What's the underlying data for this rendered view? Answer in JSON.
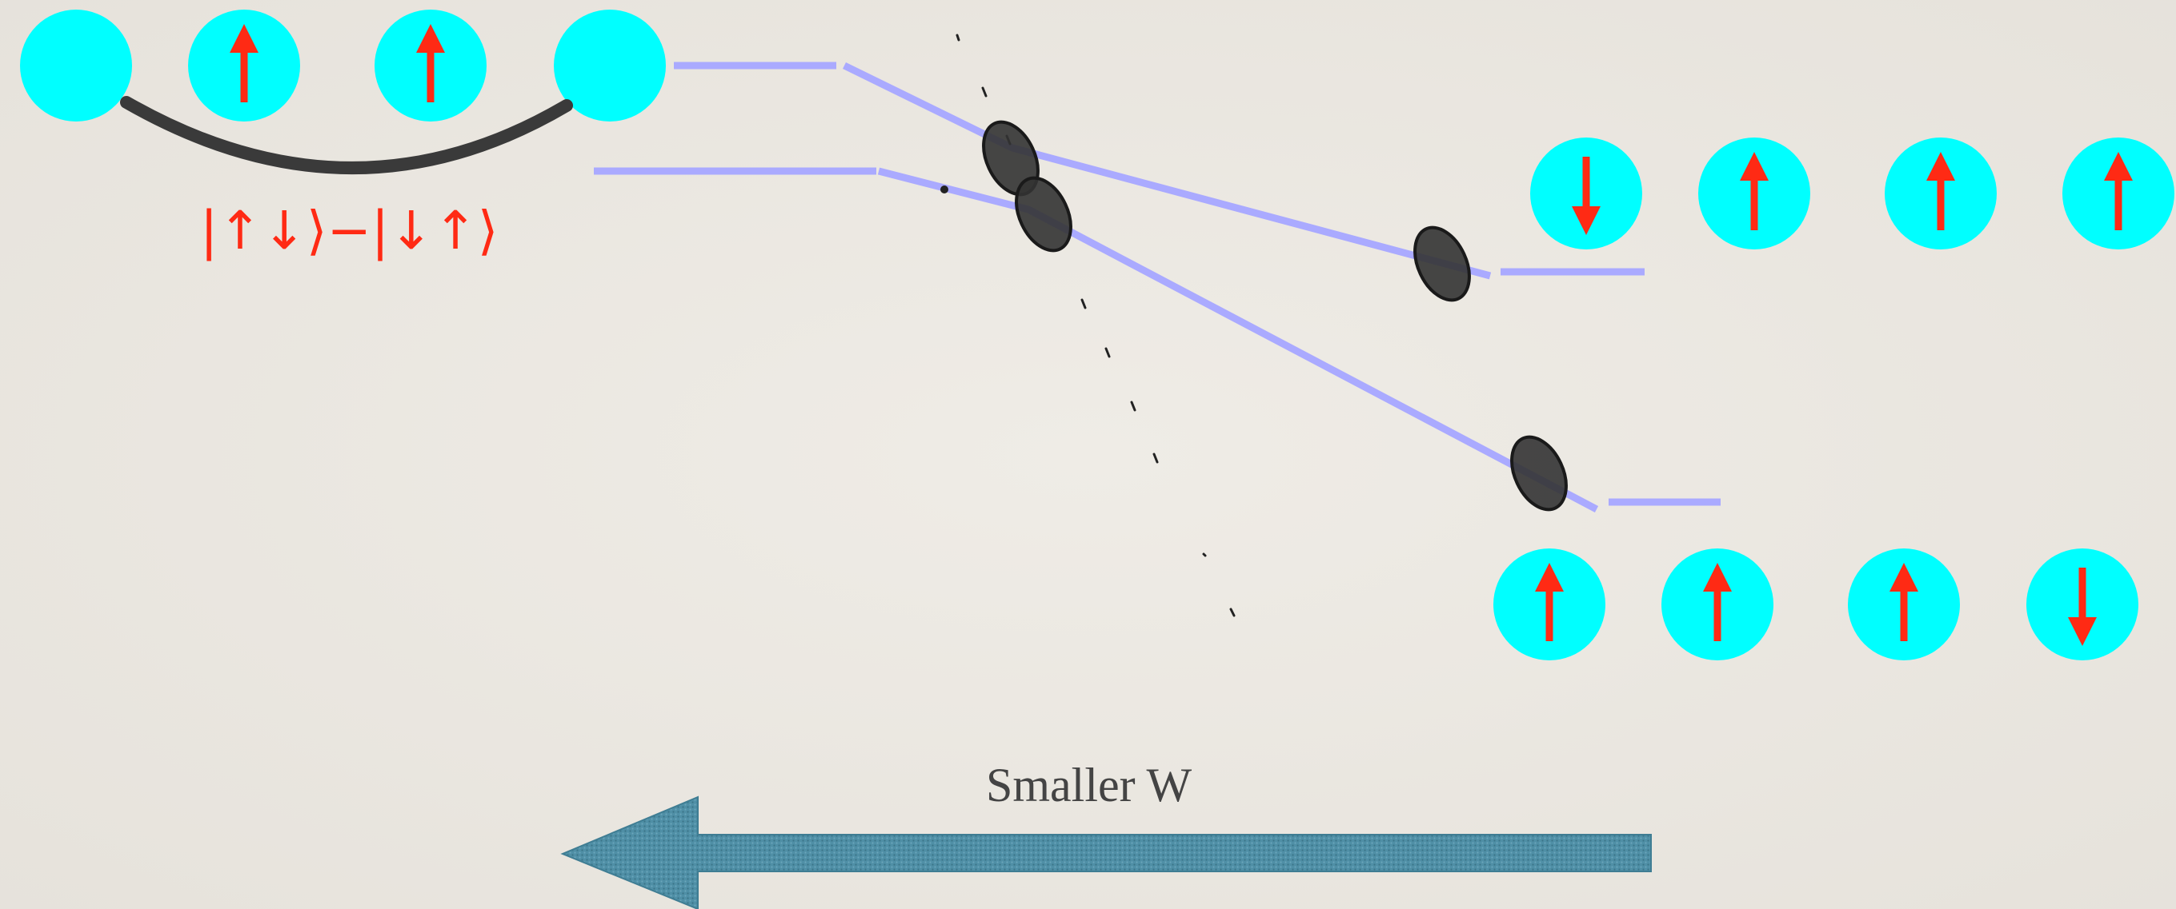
{
  "colors": {
    "background": "#ebe7e1",
    "site": "#00ffff",
    "spin_arrow": "#ff2a14",
    "energy_level": "#aaaaff",
    "crossing_marker": "#333333",
    "bond": "#3a3a3a",
    "direction_arrow": "#4f8fa6",
    "caption_text": "#444444"
  },
  "icons": {
    "site": "cyan-circle",
    "spin_up": "red-up-arrow",
    "spin_down": "red-down-arrow",
    "crossing": "dark-ellipse",
    "direction": "left-pointing-block-arrow"
  },
  "left_configuration": {
    "sites": [
      "empty",
      "up",
      "up",
      "empty"
    ],
    "singlet_label": "|↑↓⟩−|↓↑⟩"
  },
  "right_upper_configuration": {
    "spins": [
      "down",
      "up",
      "up",
      "up"
    ]
  },
  "right_lower_configuration": {
    "spins": [
      "up",
      "up",
      "up",
      "down"
    ]
  },
  "caption": "Smaller W"
}
